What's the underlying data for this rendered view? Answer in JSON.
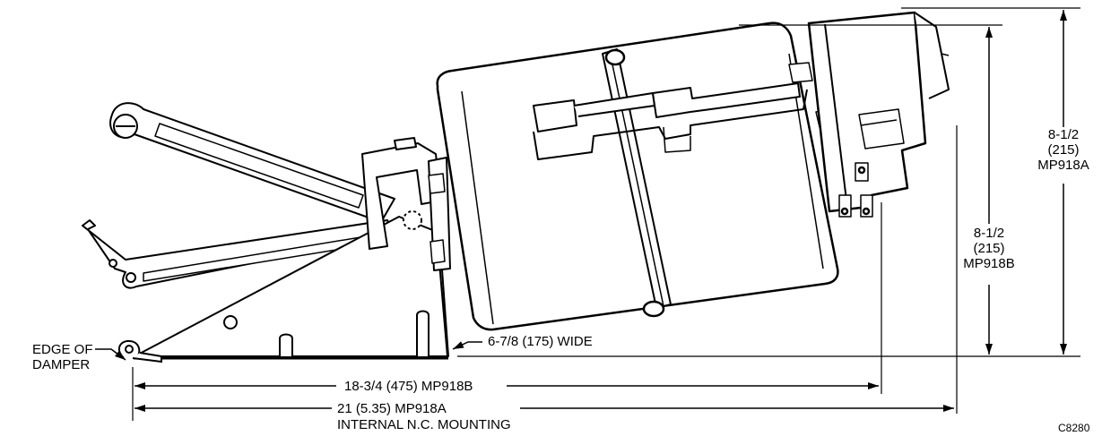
{
  "labels": {
    "edge_of_damper_line1": "EDGE OF",
    "edge_of_damper_line2": "DAMPER",
    "width": "6-7/8 (175) WIDE",
    "length_b": "18-3/4 (475) MP918B",
    "length_a": "21 (5.35) MP918A",
    "mounting": "INTERNAL N.C. MOUNTING",
    "height_b_line1": "8-1/2",
    "height_b_line2": "(215)",
    "height_b_line3": "MP918B",
    "height_a_line1": "8-1/2",
    "height_a_line2": "(215)",
    "height_a_line3": "MP918A",
    "figure_code": "C8280"
  },
  "colors": {
    "line": "#000000",
    "fill": "#ffffff"
  }
}
